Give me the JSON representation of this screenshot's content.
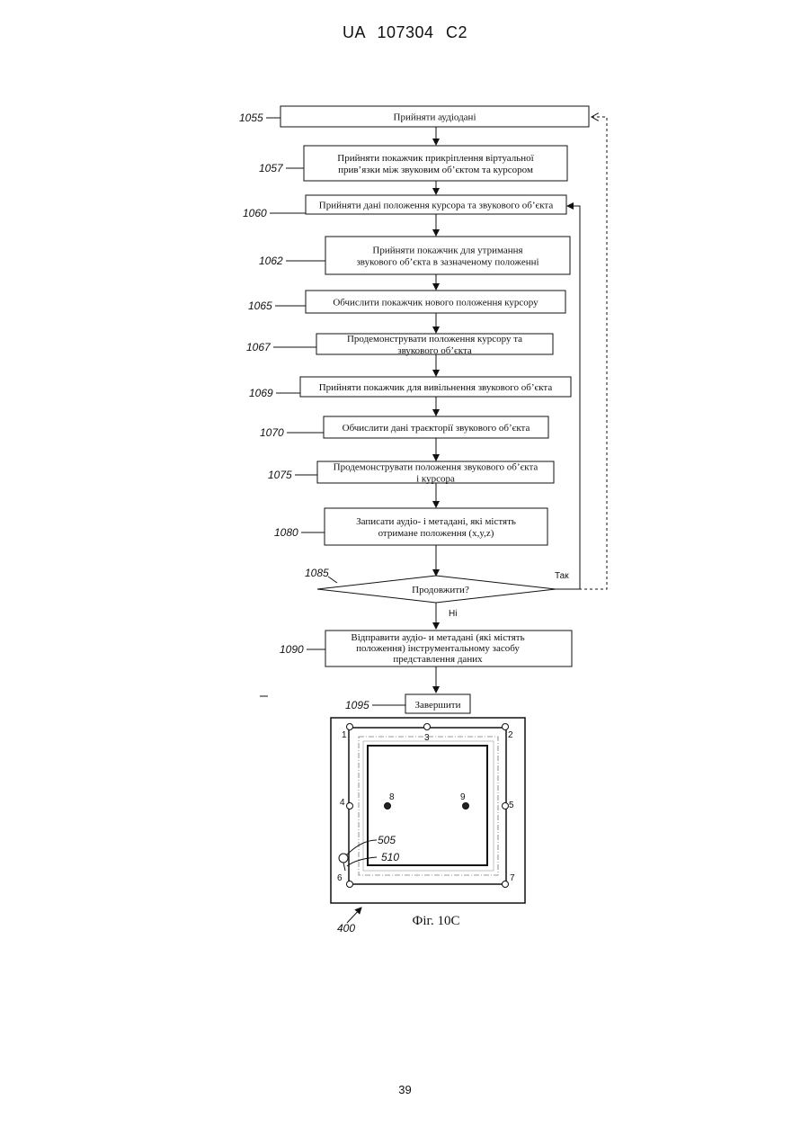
{
  "header": {
    "patent_number": "UA   107304   C2"
  },
  "page_number": "39",
  "flowchart": {
    "steps": [
      {
        "ref": "1055",
        "lines": [
          "Прийняти аудіодані"
        ]
      },
      {
        "ref": "1057",
        "lines": [
          "Прийняти покажчик прикріплення віртуальної",
          "прив’язки між звуковим об’єктом та курсором"
        ]
      },
      {
        "ref": "1060",
        "lines": [
          "Прийняти дані положення курсора та звукового об’єкта"
        ]
      },
      {
        "ref": "1062",
        "lines": [
          "Прийняти покажчик для утримання",
          "звукового об’єкта в зазначеному положенні"
        ]
      },
      {
        "ref": "1065",
        "lines": [
          "Обчислити покажчик нового положення курсору"
        ]
      },
      {
        "ref": "1067",
        "lines": [
          "Продемонструвати положення курсору та",
          "звукового об’єкта"
        ]
      },
      {
        "ref": "1069",
        "lines": [
          "Прийняти покажчик для вивільнення звукового об’єкта"
        ]
      },
      {
        "ref": "1070",
        "lines": [
          "Обчислити дані траєкторії звукового об’єкта"
        ]
      },
      {
        "ref": "1075",
        "lines": [
          "Продемонструвати положення звукового об’єкта",
          "і курсора"
        ]
      },
      {
        "ref": "1080",
        "lines": [
          "Записати аудіо- і метадані, які містять",
          "отримане положення (x,y,z)"
        ]
      }
    ],
    "decision": {
      "ref": "1085",
      "label": "Продовжити?",
      "yes": "Так",
      "no": "Ні"
    },
    "send": {
      "ref": "1090",
      "lines": [
        "Відправити аудіо- и метадані (які містять",
        "положення) інструментальному засобу",
        "представлення даних"
      ]
    },
    "end": {
      "ref": "1095",
      "label": "Завершити"
    }
  },
  "device": {
    "ref": "400",
    "points": [
      "1",
      "2",
      "3",
      "4",
      "5",
      "6",
      "7",
      "8",
      "9"
    ],
    "callouts": [
      "505",
      "510"
    ],
    "caption": "Фіг. 10С"
  }
}
